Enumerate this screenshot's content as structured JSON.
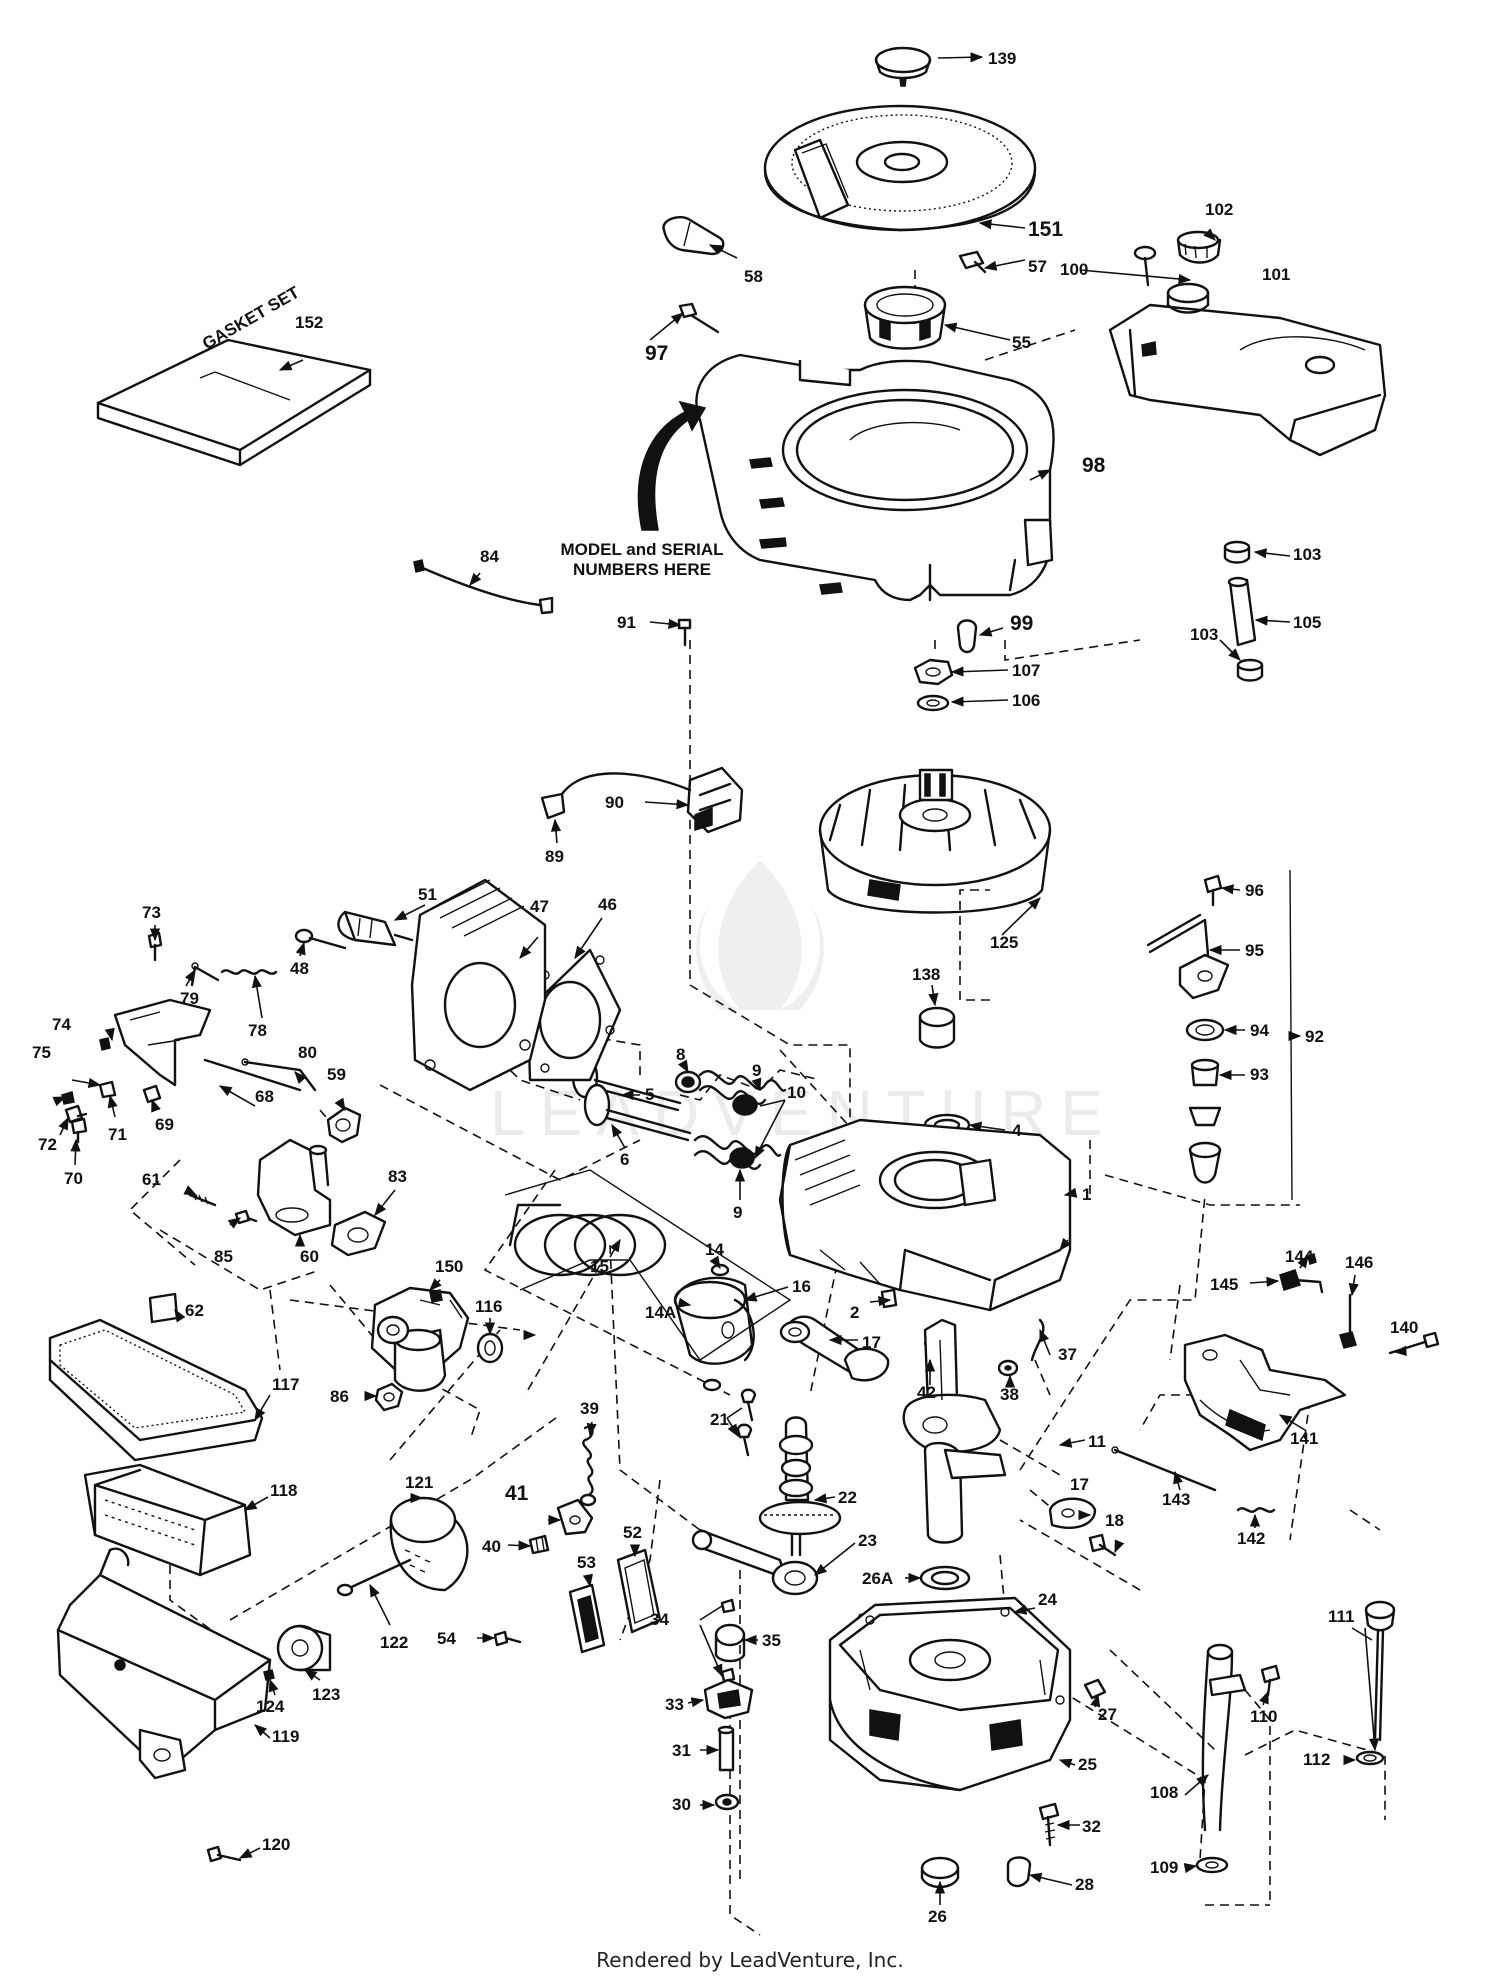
{
  "diagram": {
    "callouts": {
      "c1": "1",
      "c2": "2",
      "c4": "4",
      "c5": "5",
      "c6": "6",
      "c8": "8",
      "c9a": "9",
      "c9b": "9",
      "c10": "10",
      "c11": "11",
      "c14": "14",
      "c14a": "14A",
      "c15": "15",
      "c16": "16",
      "c17a": "17",
      "c17b": "17",
      "c18": "18",
      "c21": "21",
      "c22": "22",
      "c23": "23",
      "c24": "24",
      "c25": "25",
      "c26": "26",
      "c26a": "26A",
      "c27": "27",
      "c28": "28",
      "c30": "30",
      "c31": "31",
      "c32": "32",
      "c33": "33",
      "c34": "34",
      "c35": "35",
      "c37": "37",
      "c38": "38",
      "c39": "39",
      "c40": "40",
      "c41": "41",
      "c42": "42",
      "c46": "46",
      "c47": "47",
      "c48": "48",
      "c51": "51",
      "c52": "52",
      "c53": "53",
      "c54": "54",
      "c55": "55",
      "c57": "57",
      "c58": "58",
      "c59": "59",
      "c60": "60",
      "c61": "61",
      "c62": "62",
      "c68": "68",
      "c69": "69",
      "c70": "70",
      "c71": "71",
      "c72": "72",
      "c73": "73",
      "c74": "74",
      "c75": "75",
      "c78": "78",
      "c79": "79",
      "c80": "80",
      "c83": "83",
      "c84": "84",
      "c85": "85",
      "c86": "86",
      "c89": "89",
      "c90": "90",
      "c91": "91",
      "c92": "92",
      "c93": "93",
      "c94": "94",
      "c95": "95",
      "c96": "96",
      "c97": "97",
      "c98": "98",
      "c99": "99",
      "c100": "100",
      "c101": "101",
      "c102": "102",
      "c103a": "103",
      "c103b": "103",
      "c105": "105",
      "c106": "106",
      "c107": "107",
      "c108": "108",
      "c109": "109",
      "c110": "110",
      "c111": "111",
      "c112": "112",
      "c116": "116",
      "c117": "117",
      "c118": "118",
      "c119": "119",
      "c120": "120",
      "c121": "121",
      "c122": "122",
      "c123": "123",
      "c124": "124",
      "c125": "125",
      "c138": "138",
      "c139": "139",
      "c140": "140",
      "c141": "141",
      "c142": "142",
      "c143": "143",
      "c144": "144",
      "c145": "145",
      "c146": "146",
      "c150": "150",
      "c151": "151",
      "c152": "152"
    },
    "annotation": {
      "line1": "MODEL and SERIAL",
      "line2": "NUMBERS HERE"
    },
    "gasket_box_text": "GASKET SET",
    "watermark": "LEADVENTURE"
  },
  "footer": {
    "text": "Rendered by LeadVenture, Inc."
  }
}
